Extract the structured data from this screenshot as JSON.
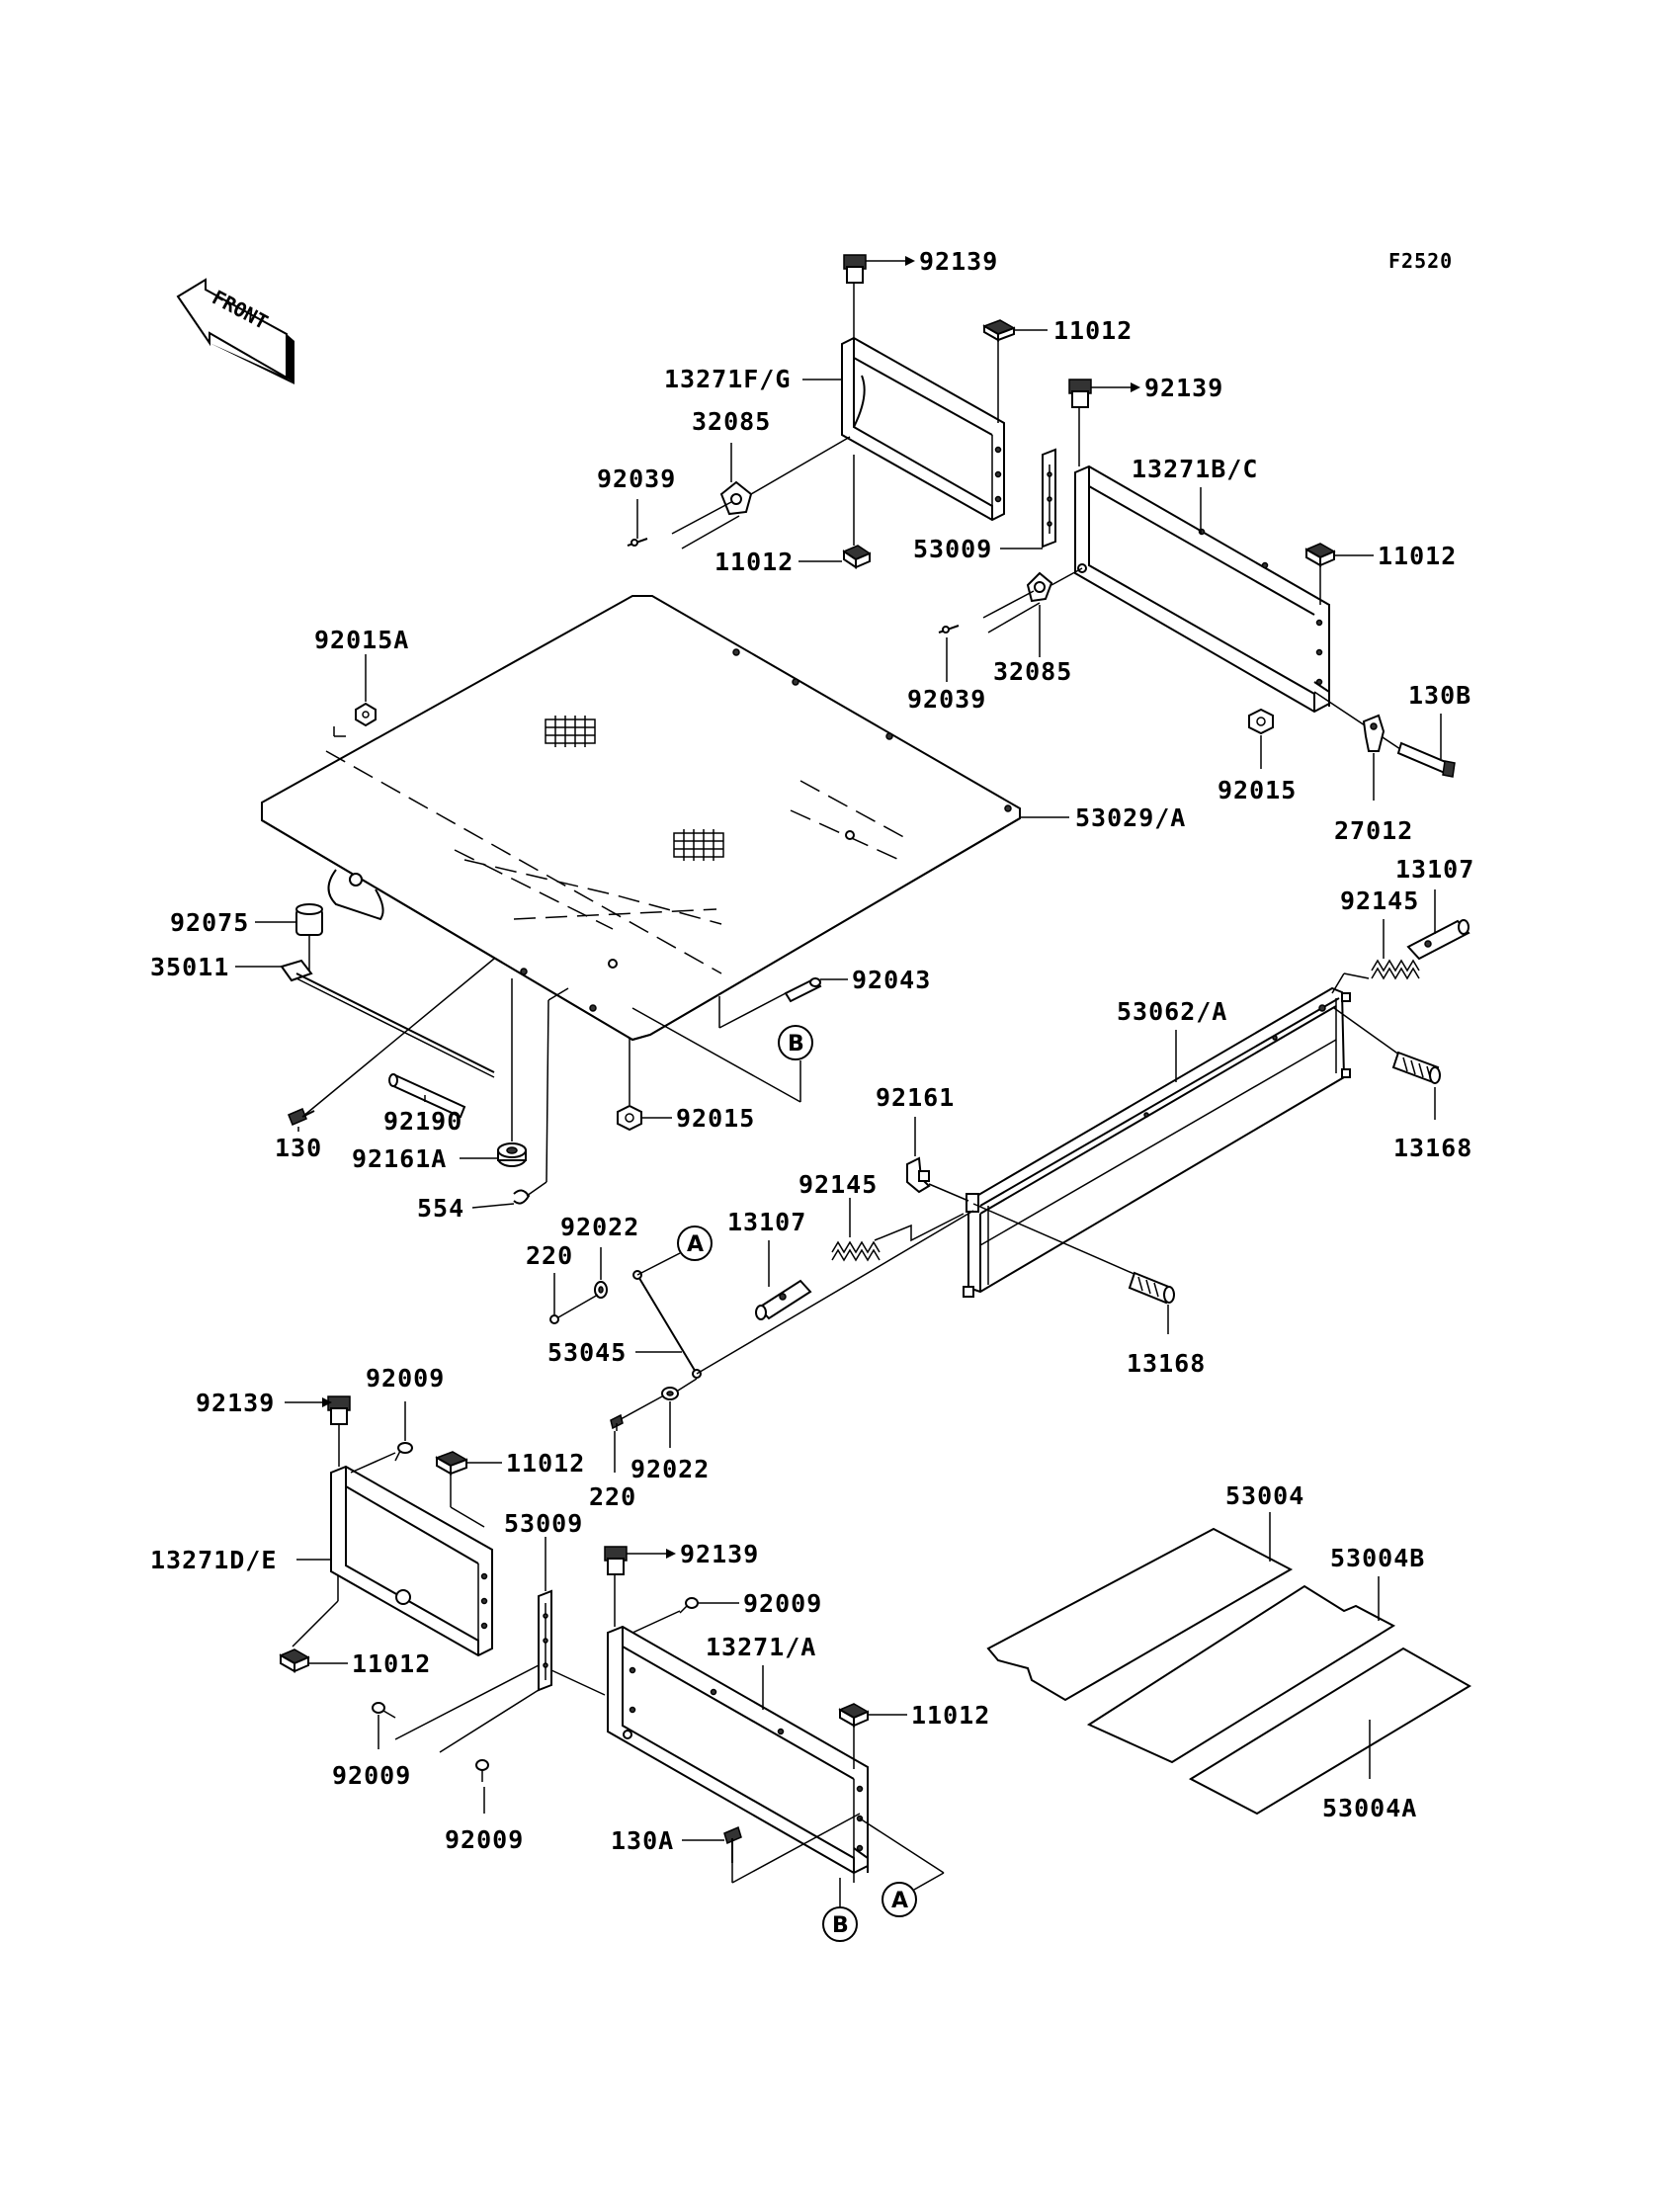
{
  "figure_code": "F2520",
  "front_arrow_text": "FRONT",
  "ref_markers": {
    "a": "A",
    "b": "B"
  },
  "labels": {
    "l92139_top": "92139",
    "l11012_top": "11012",
    "l13271FG": "13271F/G",
    "l32085_left": "32085",
    "l92039_left": "92039",
    "l11012_mid": "11012",
    "l92139_2": "92139",
    "l13271BC": "13271B/C",
    "l53009_top": "53009",
    "l11012_right": "11012",
    "l32085_right": "32085",
    "l92039_right": "92039",
    "l130B": "130B",
    "l92015A": "92015A",
    "l92015_right": "92015",
    "l27012": "27012",
    "l53029A": "53029/A",
    "l13107_top": "13107",
    "l92145_top": "92145",
    "l92075": "92075",
    "l35011": "35011",
    "l92043": "92043",
    "l53062A": "53062/A",
    "l130": "130",
    "l92190": "92190",
    "l92015_mid": "92015",
    "l92161": "92161",
    "l13168_right": "13168",
    "l92161A": "92161A",
    "l554": "554",
    "l92145_mid": "92145",
    "l92022_top": "92022",
    "l13107_mid": "13107",
    "l220_top": "220",
    "l53045": "53045",
    "l13168_mid": "13168",
    "l92139_3": "92139",
    "l92009_top": "92009",
    "l11012_lower": "11012",
    "l92022_bot": "92022",
    "l220_bot": "220",
    "l53004": "53004",
    "l53009_bot": "53009",
    "l13271DE": "13271D/E",
    "l92139_4": "92139",
    "l53004B": "53004B",
    "l92009_mid": "92009",
    "l13271A": "13271/A",
    "l11012_bl": "11012",
    "l11012_br": "11012",
    "l92009_left": "92009",
    "l92009_bot": "92009",
    "l53004A": "53004A",
    "l130A": "130A"
  }
}
